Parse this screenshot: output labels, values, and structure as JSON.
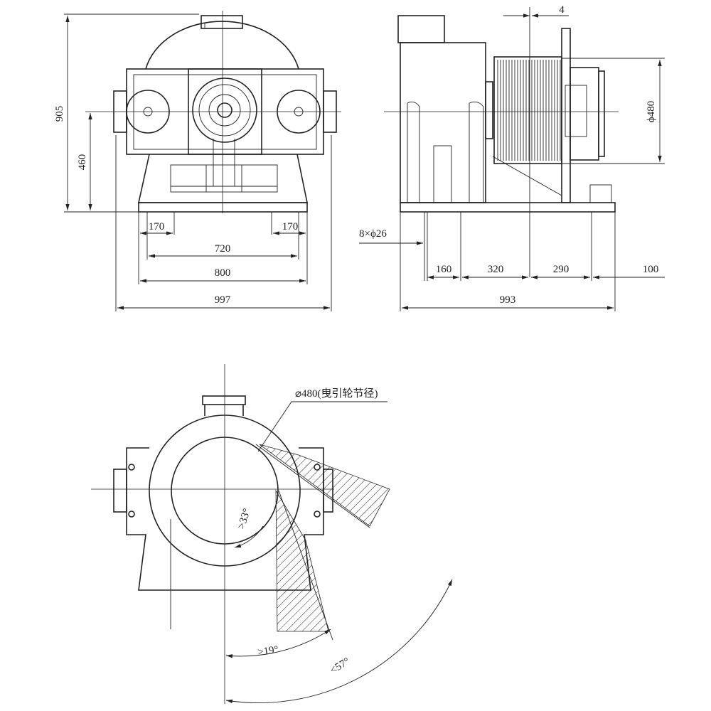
{
  "drawing": {
    "front_view": {
      "dim_height_total": "905",
      "dim_height_axis": "460",
      "dim_left_foot": "170",
      "dim_right_foot": "170",
      "dim_bolt_span": "720",
      "dim_base_width": "800",
      "dim_overall_width": "997"
    },
    "side_view": {
      "dim_offset": "4",
      "dim_sheave_dia": "ϕ480",
      "dim_bolt_holes": "8×ϕ26",
      "dim_seg1": "160",
      "dim_seg2": "320",
      "dim_seg3": "290",
      "dim_seg4": "100",
      "dim_overall_length": "993"
    },
    "wrap_view": {
      "sheave_label": "⌀480(曳引轮节径)",
      "angle_1": ">33°",
      "angle_2": ">19°",
      "angle_3": "<57°"
    }
  }
}
